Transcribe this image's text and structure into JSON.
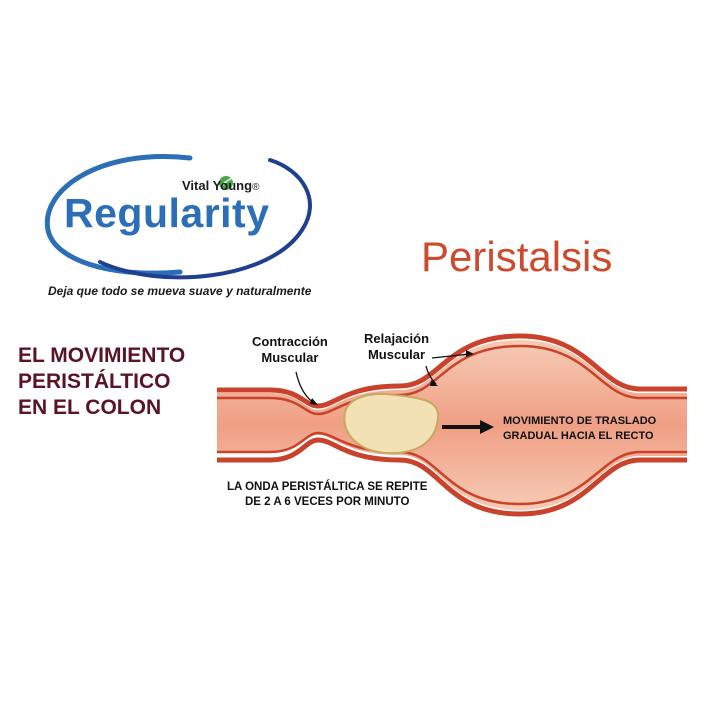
{
  "logo": {
    "brand_small": "Vital Young",
    "registered_mark": "®",
    "brand_main": "Regularity",
    "tagline": "Deja que todo se mueva suave y naturalmente"
  },
  "title": "Peristalsis",
  "heading": {
    "lines": [
      "EL MOVIMIENTO",
      "PERISTÁLTICO",
      "EN EL COLON"
    ]
  },
  "diagram": {
    "contraction_label": [
      "Contracción",
      "Muscular"
    ],
    "relaxation_label": [
      "Relajación",
      "Muscular"
    ],
    "movement_label": [
      "MOVIMIENTO DE TRASLADO",
      "GRADUAL HACIA EL RECTO"
    ],
    "wave_label": [
      "LA ONDA PERISTÁLTICA SE REPITE",
      "DE 2 A 6 VECES POR MINUTO"
    ]
  },
  "colors": {
    "brand_blue": "#2d6fb7",
    "title_red": "#cc4a2e",
    "heading_maroon": "#5a1426",
    "colon_wall": "#c9432c",
    "colon_fill": "#f2b9a0",
    "bolus": "#f1e1b4"
  }
}
